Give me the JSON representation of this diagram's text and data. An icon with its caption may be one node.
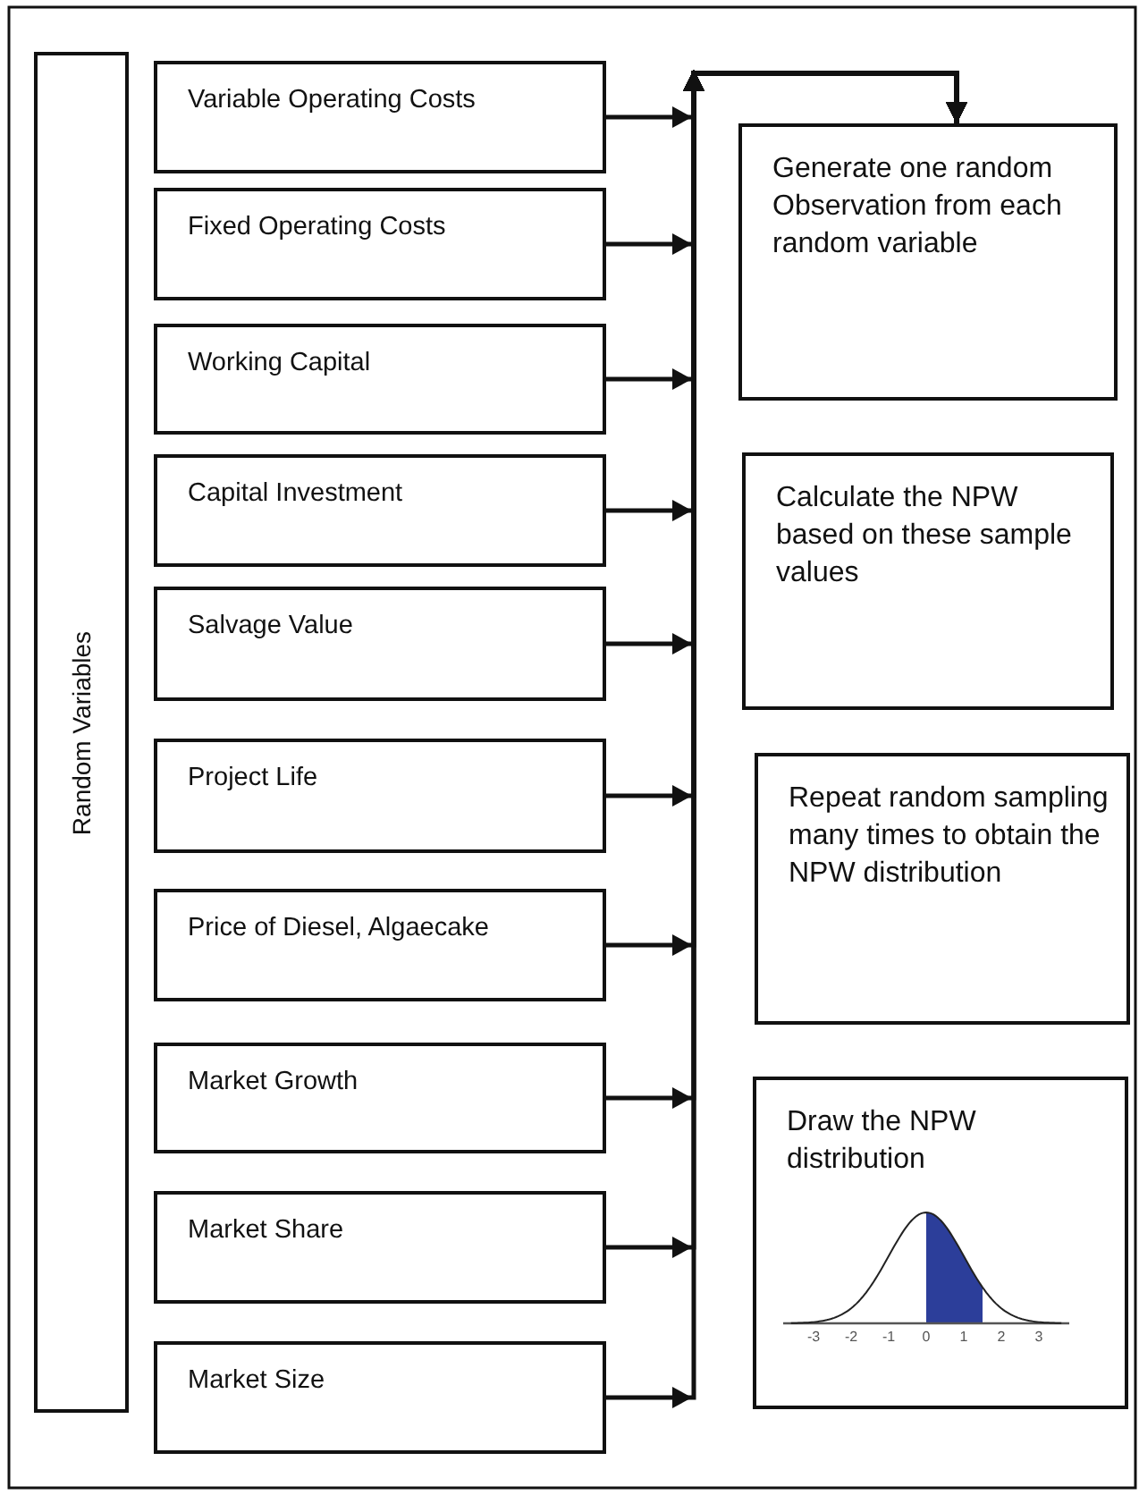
{
  "diagram": {
    "nodes": [
      {
        "text": [
          "Random Variables"
        ]
      },
      {
        "text": [
          "Variable Operating Costs"
        ]
      },
      {
        "text": [
          "Fixed Operating Costs"
        ]
      },
      {
        "text": [
          "Working Capital"
        ]
      },
      {
        "text": [
          "Capital Investment"
        ]
      },
      {
        "text": [
          "Salvage Value"
        ]
      },
      {
        "text": [
          "Project Life"
        ]
      },
      {
        "text": [
          "Price of Diesel, Algaecake"
        ]
      },
      {
        "text": [
          "Market Growth"
        ]
      },
      {
        "text": [
          "Market Share"
        ]
      },
      {
        "text": [
          "Market Size"
        ]
      },
      {
        "text": [
          "Generate one random Observation from each random variable"
        ]
      },
      {
        "text": [
          "Calculate the NPW based on these sample values"
        ]
      },
      {
        "text": [
          "Repeat random sampling many times to obtain the NPW distribution"
        ]
      },
      {
        "text": [
          "Draw the NPW distribution"
        ]
      }
    ],
    "edges": [
      {
        "from": 1,
        "to": 11,
        "arrow": "to"
      },
      {
        "from": 2,
        "to": 11,
        "arrow": "to"
      },
      {
        "from": 3,
        "to": 11,
        "arrow": "to"
      },
      {
        "from": 4,
        "to": 11,
        "arrow": "to"
      },
      {
        "from": 5,
        "to": 11,
        "arrow": "to"
      },
      {
        "from": 6,
        "to": 11,
        "arrow": "to"
      },
      {
        "from": 7,
        "to": 11,
        "arrow": "to"
      },
      {
        "from": 8,
        "to": 11,
        "arrow": "to"
      },
      {
        "from": 9,
        "to": 11,
        "arrow": "to"
      },
      {
        "from": 10,
        "to": 11,
        "arrow": "to"
      }
    ],
    "labels": [
      "-3",
      "-2",
      "-1",
      "0",
      "1",
      "2",
      "3"
    ]
  }
}
